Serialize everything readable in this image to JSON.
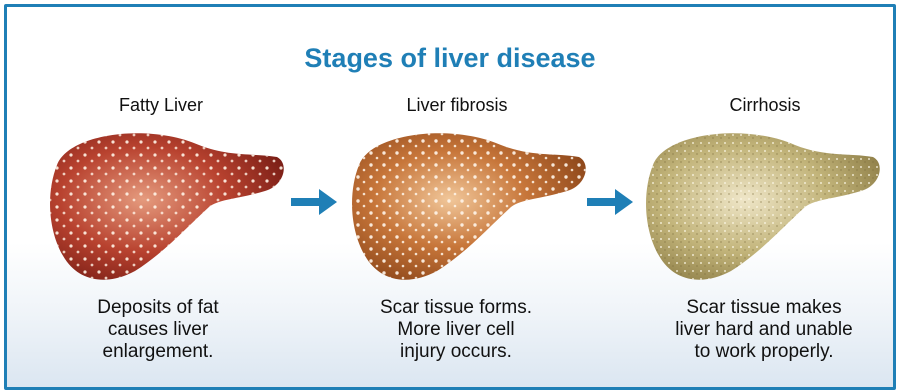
{
  "title": "Stages of liver disease",
  "stages": [
    {
      "label": "Fatty Liver",
      "description": [
        "Deposits of fat",
        "causes liver",
        "enlargement."
      ],
      "color": "#a5392a"
    },
    {
      "label": "Liver fibrosis",
      "description": [
        "Scar tissue forms.",
        "More liver cell",
        "injury occurs."
      ],
      "color": "#b45a22"
    },
    {
      "label": "Cirrhosis",
      "description": [
        "Scar tissue makes",
        "liver hard and unable",
        "to work properly."
      ],
      "color": "#b3a668"
    }
  ],
  "colors": {
    "accent": "#1f7fb6",
    "border": "#1f7fb6"
  },
  "icons": [
    "right-arrow-icon",
    "liver-illustration"
  ]
}
